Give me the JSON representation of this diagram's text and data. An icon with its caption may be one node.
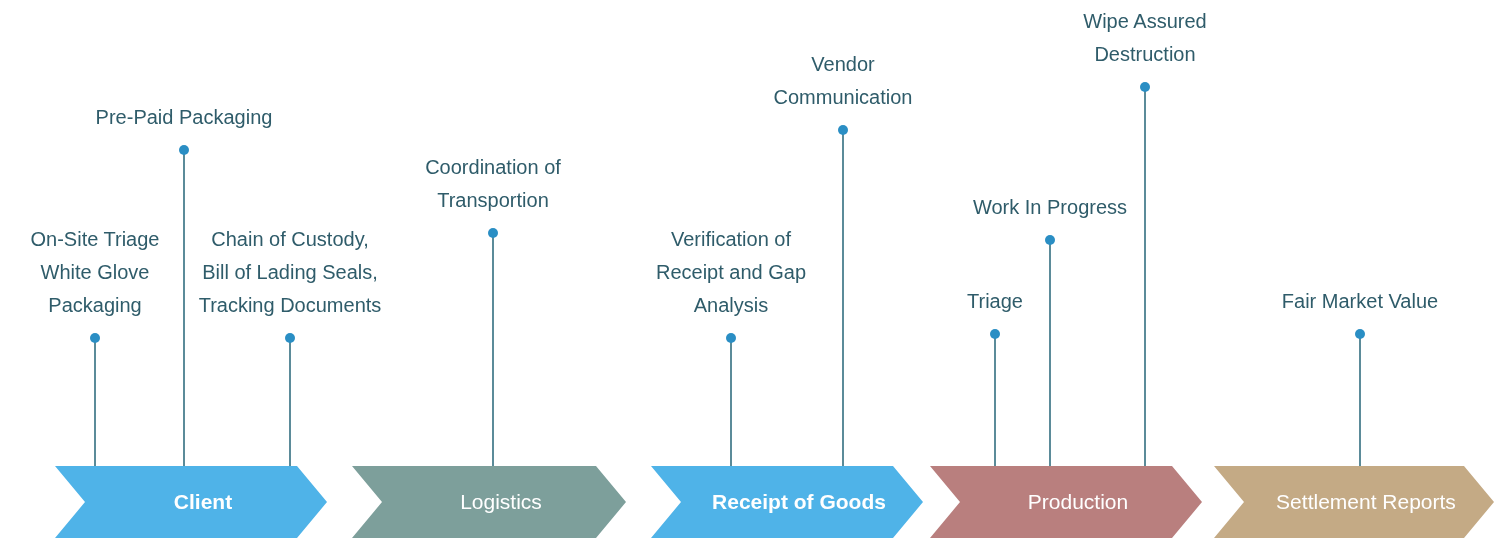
{
  "diagram": {
    "nodes": [
      {
        "text": [
          "Client"
        ]
      },
      {
        "text": [
          "Logistics"
        ]
      },
      {
        "text": [
          "Receipt of Goods"
        ]
      },
      {
        "text": [
          "Production"
        ]
      },
      {
        "text": [
          "Settlement Reports"
        ]
      },
      {
        "text": [
          "On-Site Triage White Glove Packaging"
        ]
      },
      {
        "text": [
          "Pre-Paid Packaging"
        ]
      },
      {
        "text": [
          "Chain of Custody, Bill of Lading Seals, Tracking Documents"
        ]
      },
      {
        "text": [
          "Coordination of Transportion"
        ]
      },
      {
        "text": [
          "Verification of Receipt and Gap Analysis"
        ]
      },
      {
        "text": [
          "Vendor Communication"
        ]
      },
      {
        "text": [
          "Triage"
        ]
      },
      {
        "text": [
          "Work In Progress"
        ]
      },
      {
        "text": [
          "Wipe Assured Destruction"
        ]
      },
      {
        "text": [
          "Fair Market Value"
        ]
      }
    ],
    "edges": [
      {
        "from": 5,
        "to": 0,
        "arrow": "other"
      },
      {
        "from": 6,
        "to": 0,
        "arrow": "other"
      },
      {
        "from": 7,
        "to": 0,
        "arrow": "other"
      },
      {
        "from": 8,
        "to": 1,
        "arrow": "other"
      },
      {
        "from": 9,
        "to": 2,
        "arrow": "other"
      },
      {
        "from": 10,
        "to": 2,
        "arrow": "other"
      },
      {
        "from": 11,
        "to": 3,
        "arrow": "other"
      },
      {
        "from": 12,
        "to": 3,
        "arrow": "other"
      },
      {
        "from": 13,
        "to": 3,
        "arrow": "other"
      },
      {
        "from": 14,
        "to": 4,
        "arrow": "other"
      }
    ]
  }
}
